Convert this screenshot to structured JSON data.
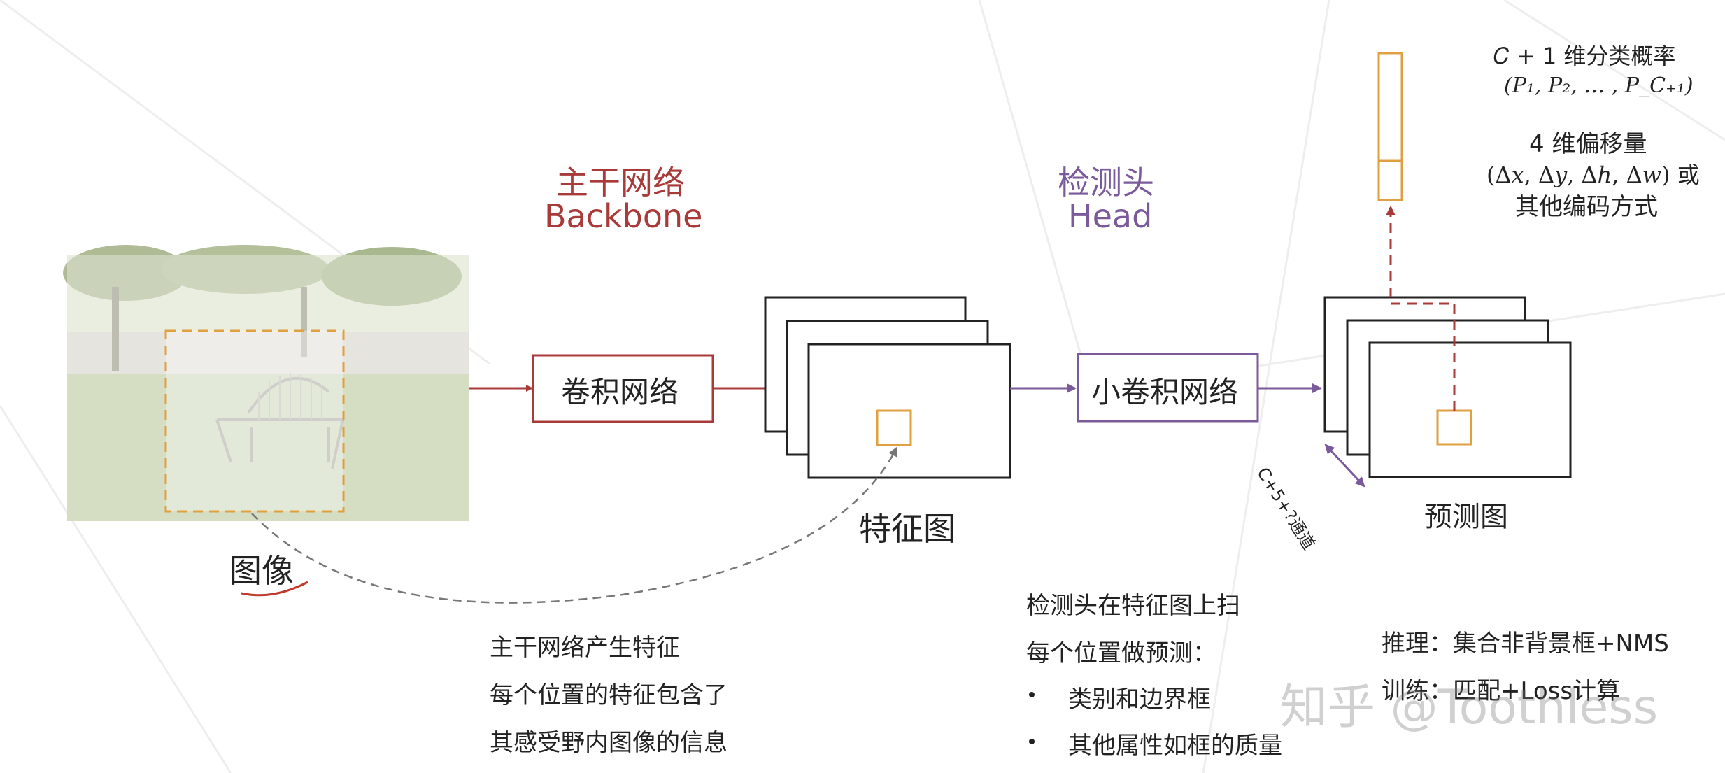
{
  "colors": {
    "backbone": "#a83a3a",
    "head": "#7a5a9a",
    "orange": "#e0a040",
    "text": "#222222",
    "dashed_grey": "#777777"
  },
  "labels": {
    "backbone_cn": "主干网络",
    "backbone_en": "Backbone",
    "head_cn": "检测头",
    "head_en": "Head",
    "conv_net": "卷积网络",
    "small_conv_net": "小卷积网络",
    "feature_map": "特征图",
    "prediction_map": "预测图",
    "image": "图像",
    "channels": "C+5+?通道"
  },
  "output_info": {
    "class_prob_title": "𝐶 + 1 维分类概率",
    "class_prob_formula": "(𝑃₁, 𝑃₂, … , 𝑃_𝐶₊₁)",
    "offset_title": "4 维偏移量",
    "offset_formula": "(Δ𝑥, Δ𝑦, Δℎ, Δ𝑤) 或",
    "offset_alt": "其他编码方式"
  },
  "backbone_desc": [
    "主干网络产生特征",
    "每个位置的特征包含了",
    "其感受野内图像的信息"
  ],
  "head_desc": {
    "line1": "检测头在特征图上扫",
    "line2": "每个位置做预测：",
    "bullets": [
      "类别和边界框",
      "其他属性如框的质量"
    ]
  },
  "summary": {
    "inference": "推理：集合非背景框+NMS",
    "training": "训练：匹配+Loss计算"
  },
  "watermark": "知乎 @Toothless"
}
